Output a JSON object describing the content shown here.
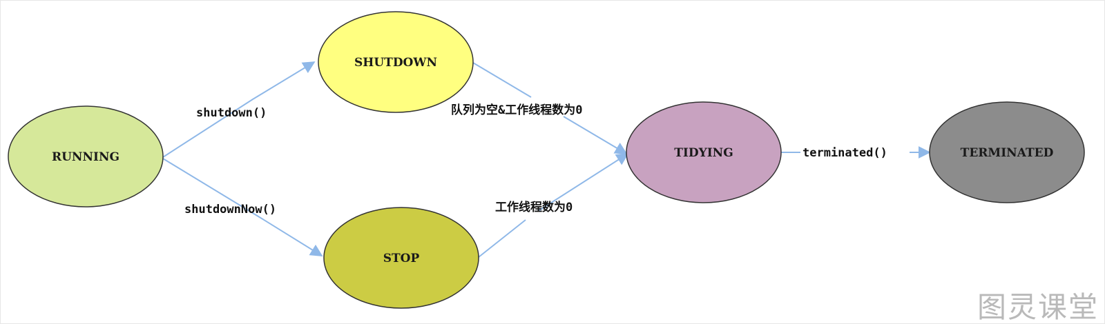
{
  "colors": {
    "edge": "#8fb8e8",
    "outline": "#333333"
  },
  "states": [
    {
      "id": "running",
      "label": "RUNNING",
      "fill": "#d6e89a"
    },
    {
      "id": "shutdown",
      "label": "SHUTDOWN",
      "fill": "#ffff80"
    },
    {
      "id": "stop",
      "label": "STOP",
      "fill": "#cccc44"
    },
    {
      "id": "tidying",
      "label": "TIDYING",
      "fill": "#c8a2c0"
    },
    {
      "id": "terminated",
      "label": "TERMINATED",
      "fill": "#8c8c8c"
    }
  ],
  "transitions": [
    {
      "id": "running-shutdown",
      "from": "RUNNING",
      "to": "SHUTDOWN",
      "label": "shutdown()"
    },
    {
      "id": "running-stop",
      "from": "RUNNING",
      "to": "STOP",
      "label": "shutdownNow()"
    },
    {
      "id": "shutdown-tidying",
      "from": "SHUTDOWN",
      "to": "TIDYING",
      "label": "队列为空&工作线程数为0"
    },
    {
      "id": "stop-tidying",
      "from": "STOP",
      "to": "TIDYING",
      "label": "工作线程数为0"
    },
    {
      "id": "tidying-terminated",
      "from": "TIDYING",
      "to": "TERMINATED",
      "label": "terminated()"
    }
  ],
  "watermark": "图灵课堂"
}
